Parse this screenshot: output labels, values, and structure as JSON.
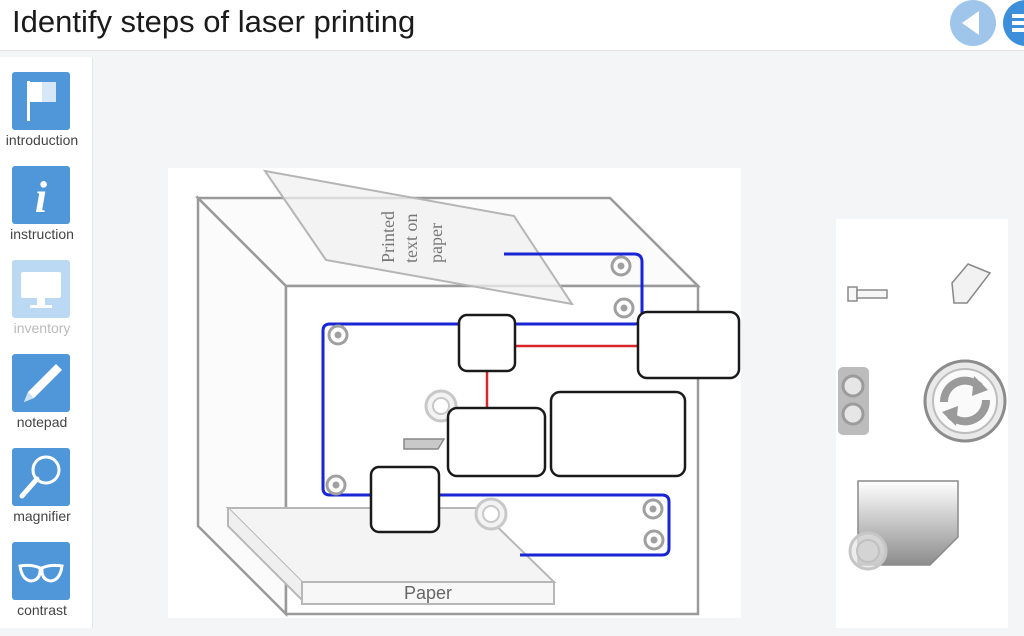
{
  "header": {
    "title": "Identify steps of laser printing"
  },
  "sidebar": {
    "items": [
      {
        "label": "introduction",
        "icon": "flag-icon",
        "enabled": true
      },
      {
        "label": "instruction",
        "icon": "info-icon",
        "enabled": true
      },
      {
        "label": "inventory",
        "icon": "monitor-icon",
        "enabled": false
      },
      {
        "label": "notepad",
        "icon": "pencil-icon",
        "enabled": true
      },
      {
        "label": "magnifier",
        "icon": "magnifier-icon",
        "enabled": true
      },
      {
        "label": "contrast",
        "icon": "glasses-icon",
        "enabled": true
      }
    ]
  },
  "diagram": {
    "printed_label": [
      "Printed",
      "text on",
      "paper"
    ],
    "paper_label": "Paper",
    "colors": {
      "belt": "#1a25d6",
      "link": "#d9262a",
      "frame": "#9a9a9a",
      "accent": "#4f97d8"
    }
  },
  "palette": {
    "parts": [
      "laser-part-icon",
      "cleaning-blade-part-icon",
      "fuser-rollers-part-icon",
      "rotating-drum-part-icon",
      "toner-cartridge-part-icon"
    ]
  }
}
